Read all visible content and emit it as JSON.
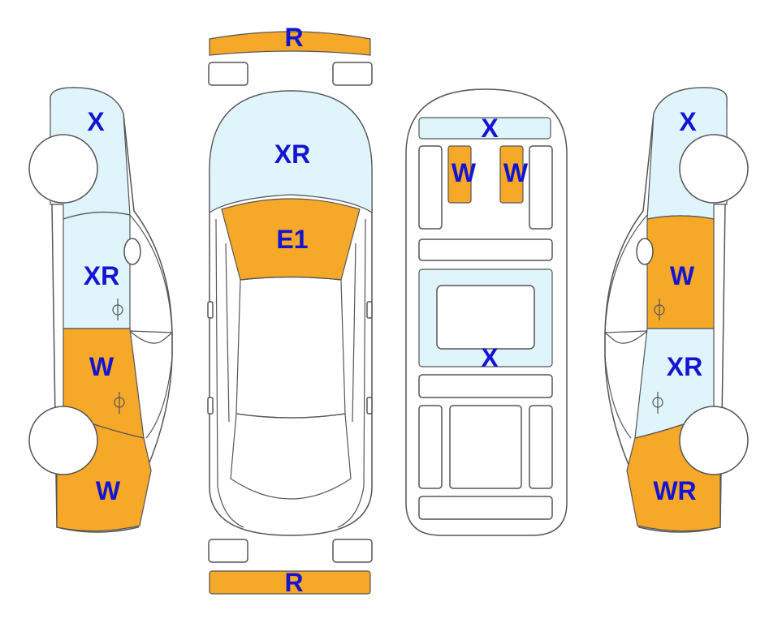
{
  "colors": {
    "background": "#ffffff",
    "outline": "#555555",
    "light_panel": "#dff4fb",
    "orange_panel": "#f6a828",
    "label": "#1414d2"
  },
  "labels": {
    "front_bumper": "R",
    "rear_bumper": "R",
    "hood": "XR",
    "windshield": "E1",
    "interior_dash": "X",
    "seat_left": "W",
    "seat_right": "W",
    "interior_middle": "X",
    "left_front": "X",
    "left_front_door": "XR",
    "left_rear_door": "W",
    "left_rear_quarter": "W",
    "right_front": "X",
    "right_front_door": "W",
    "right_rear_door": "XR",
    "right_rear_quarter": "WR"
  }
}
